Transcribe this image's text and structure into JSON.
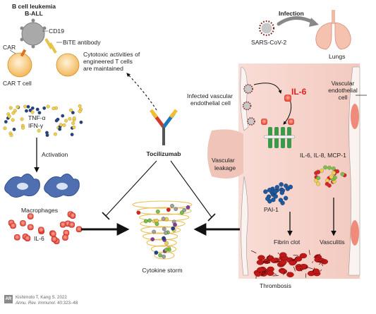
{
  "left": {
    "title_line1": "B cell leukemia",
    "title_line2": "B-ALL",
    "cd19": "CD19",
    "car": "CAR",
    "bite": "BiTE antibody",
    "car_t": "CAR T cell",
    "cyto_line1": "Cytotoxic activities of",
    "cyto_line2": "engineered T cells",
    "cyto_line3": "are maintained",
    "tnf": "TNF-α",
    "ifn": "IFN-γ",
    "activation": "Activation",
    "macrophages": "Macrophages",
    "il6": "IL-6"
  },
  "center": {
    "drug": "Tocilizumab",
    "storm": "Cytokine storm"
  },
  "right": {
    "infection": "Infection",
    "virus": "SARS-CoV-2",
    "lungs": "Lungs",
    "infected_line1": "Infected vascular",
    "infected_line2": "endothelial cell",
    "il6": "IL-6",
    "vasc_line1": "Vascular",
    "vasc_line2": "endothelial",
    "vasc_line3": "cell",
    "leak_line1": "Vascular",
    "leak_line2": "leakage",
    "cytokines": "IL-6, IL-8, MCP-1",
    "pai": "PAI-1",
    "fibrin": "Fibrin clot",
    "vasculitis": "Vasculitis",
    "thrombosis": "Thrombosis"
  },
  "citation": {
    "logo": "AR",
    "line1": "Kishimoto T, Kang S. 2022",
    "journal": "Annu. Rev. Immunol.",
    "pages": " 40:323–48"
  },
  "colors": {
    "tissue": "#f6d7d0",
    "il6_red": "#e02020",
    "macrophage": "#4f6fb0",
    "car_t": "#f2b040",
    "tumor": "#a0a0a0"
  }
}
